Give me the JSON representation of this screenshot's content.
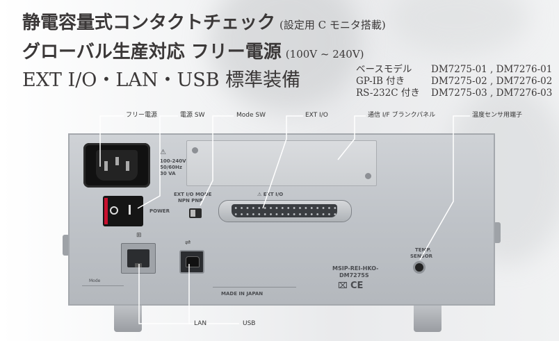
{
  "headline": {
    "line1": "静電容量式コンタクトチェック",
    "line1_sub": "(設定用 C モニタ搭載)",
    "line2": "グローバル生産対応 フリー電源",
    "line2_sub": "(100V ~ 240V)",
    "line3": "EXT I/O・LAN・USB 標準装備"
  },
  "models": [
    {
      "label": "ベースモデル",
      "value": "DM7275-01 , DM7276-01"
    },
    {
      "label": "GP-IB 付き",
      "value": "DM7275-02 , DM7276-02"
    },
    {
      "label": "RS-232C 付き",
      "value": "DM7275-03 , DM7276-03"
    }
  ],
  "callouts": {
    "free_power": "フリー電源",
    "power_sw": "電源 SW",
    "mode_sw": "Mode SW",
    "ext_io": "EXT I/O",
    "comm_panel": "通信 I/F ブランクパネル",
    "temp_sensor": "温度センサ用端子",
    "lan": "LAN",
    "usb": "USB"
  },
  "panel_print": {
    "voltage": "100-240V",
    "freq": "50/60Hz",
    "va": "30 VA",
    "power": "POWER",
    "ext_io_mode": "EXT I/O MODE",
    "npn_pnp": "NPN PNP",
    "ext_io": "EXT I/O",
    "temp": "TEMP.",
    "sensor": "SENSOR",
    "msip": "MSIP-REI-HKO-",
    "model": "DM7275S",
    "made_in": "MADE IN JAPAN",
    "ce": "CE",
    "mode": "Mode"
  },
  "colors": {
    "text": "#3b3838",
    "panel": "#c3c7cc",
    "socket": "#1a1a1a",
    "switch_red": "#c8102e"
  }
}
